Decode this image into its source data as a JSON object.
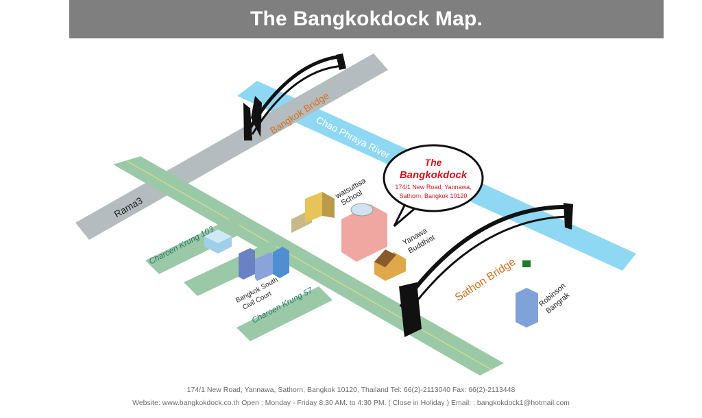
{
  "header": {
    "title": "The Bangkokdock Map."
  },
  "map": {
    "labels": {
      "river": "Chao Phraya River",
      "bangkok_bridge": "Bangkok Bridge",
      "sathon_bridge": "Sathon Bridge",
      "rama3": "Rama3",
      "charoen_krung_103": "Charoen Krung 103",
      "charoen_krung_57": "Charoen Krung 57",
      "school_line1": "watsuttisa",
      "school_line2": "School",
      "temple_line1": "Yanawa",
      "temple_line2": "Buddhist",
      "court_line1": "Bangkok South",
      "court_line2": "Civil Court",
      "robinson_line1": "Robinson",
      "robinson_line2": "Bangrak"
    },
    "callout": {
      "title_line1": "The",
      "title_line2": "Bangkokdock",
      "address_line1": "174/1 New Road, Yannawa,",
      "address_line2": "Sathorn, Bangkok 10120"
    },
    "colors": {
      "river": "#8fd8f4",
      "road_gray": "#b5bcbf",
      "road_green": "#9bc9a8",
      "callout_red": "#d9141b",
      "label_orange": "#d4701e",
      "label_teal": "#2d7a6a",
      "bridge": "#111111"
    }
  },
  "footer": {
    "line1": "174/1 New Road, Yannawa, Sathorn, Bangkok 10120, Thailand Tel: 66(2)-2113040 Fax: 66(2)-2113448",
    "line2": "Website: www.bangkokdock.co.th Open : Monday - Friday 8:30 AM. to 4:30 PM. ( Close in Holiday )  Email: : bangkokdock1@hotmail.com"
  }
}
